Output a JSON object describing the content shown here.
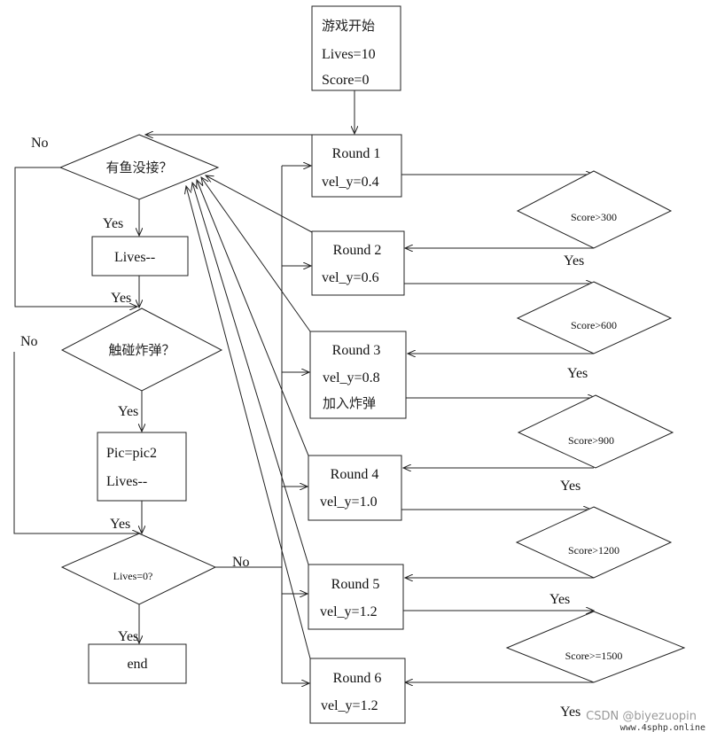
{
  "start": {
    "line1": "游戏开始",
    "line2": "Lives=10",
    "line3": "Score=0"
  },
  "decisions": {
    "fish": "有鱼没接？",
    "bomb": "触碰炸弹？",
    "lives": "Lives=0?"
  },
  "actions": {
    "lives_minus": "Lives--",
    "pic_line1": "Pic=pic2",
    "pic_line2": "Lives--",
    "end": "end"
  },
  "rounds": [
    {
      "title": "Round 1",
      "speed": "vel_y=0.4",
      "extra": ""
    },
    {
      "title": "Round 2",
      "speed": "vel_y=0.6",
      "extra": ""
    },
    {
      "title": "Round 3",
      "speed": "vel_y=0.8",
      "extra": "加入炸弹"
    },
    {
      "title": "Round 4",
      "speed": "vel_y=1.0",
      "extra": ""
    },
    {
      "title": "Round 5",
      "speed": "vel_y=1.2",
      "extra": ""
    },
    {
      "title": "Round 6",
      "speed": "vel_y=1.2",
      "extra": ""
    }
  ],
  "score_checks": [
    "Score>300",
    "Score>600",
    "Score>900",
    "Score>1200",
    "Score>=1500"
  ],
  "edge_labels": {
    "no": "No",
    "yes": "Yes"
  },
  "watermark": {
    "main": "CSDN @biyezuopin",
    "sub": "www.4sphp.online"
  }
}
